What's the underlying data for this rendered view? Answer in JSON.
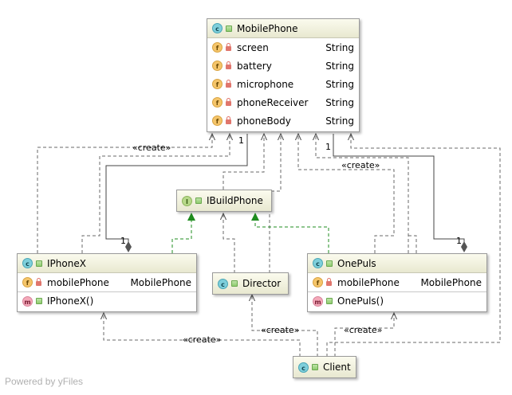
{
  "classes": {
    "mobilephone": {
      "name": "MobilePhone",
      "fields": [
        {
          "name": "screen",
          "type": "String"
        },
        {
          "name": "battery",
          "type": "String"
        },
        {
          "name": "microphone",
          "type": "String"
        },
        {
          "name": "phoneReceiver",
          "type": "String"
        },
        {
          "name": "phoneBody",
          "type": "String"
        }
      ]
    },
    "ibuildphone": {
      "name": "IBuildPhone"
    },
    "iphonex": {
      "name": "IPhoneX",
      "field": {
        "name": "mobilePhone",
        "type": "MobilePhone"
      },
      "method": "IPhoneX()"
    },
    "director": {
      "name": "Director"
    },
    "onepuls": {
      "name": "OnePuls",
      "field": {
        "name": "mobilePhone",
        "type": "MobilePhone"
      },
      "method": "OnePuls()"
    },
    "client": {
      "name": "Client"
    }
  },
  "badges": {
    "class": "c",
    "interface": "I",
    "field": "f",
    "method": "m"
  },
  "edge_labels": {
    "create_top_left": "«create»",
    "create_top_right": "«create»",
    "create_client_left": "«create»",
    "create_client_mid": "«create»",
    "create_client_right": "«create»",
    "mult_top_left": "1",
    "mult_top_right": "1",
    "mult_iphonex": "1",
    "mult_onepuls": "1"
  },
  "watermark": "Powered by yFiles",
  "colors": {
    "realization": "#2e8b2e",
    "dependency": "#555555",
    "composition": "#555555",
    "header_top": "#fbfbee",
    "header_bottom": "#e8e8d0"
  }
}
